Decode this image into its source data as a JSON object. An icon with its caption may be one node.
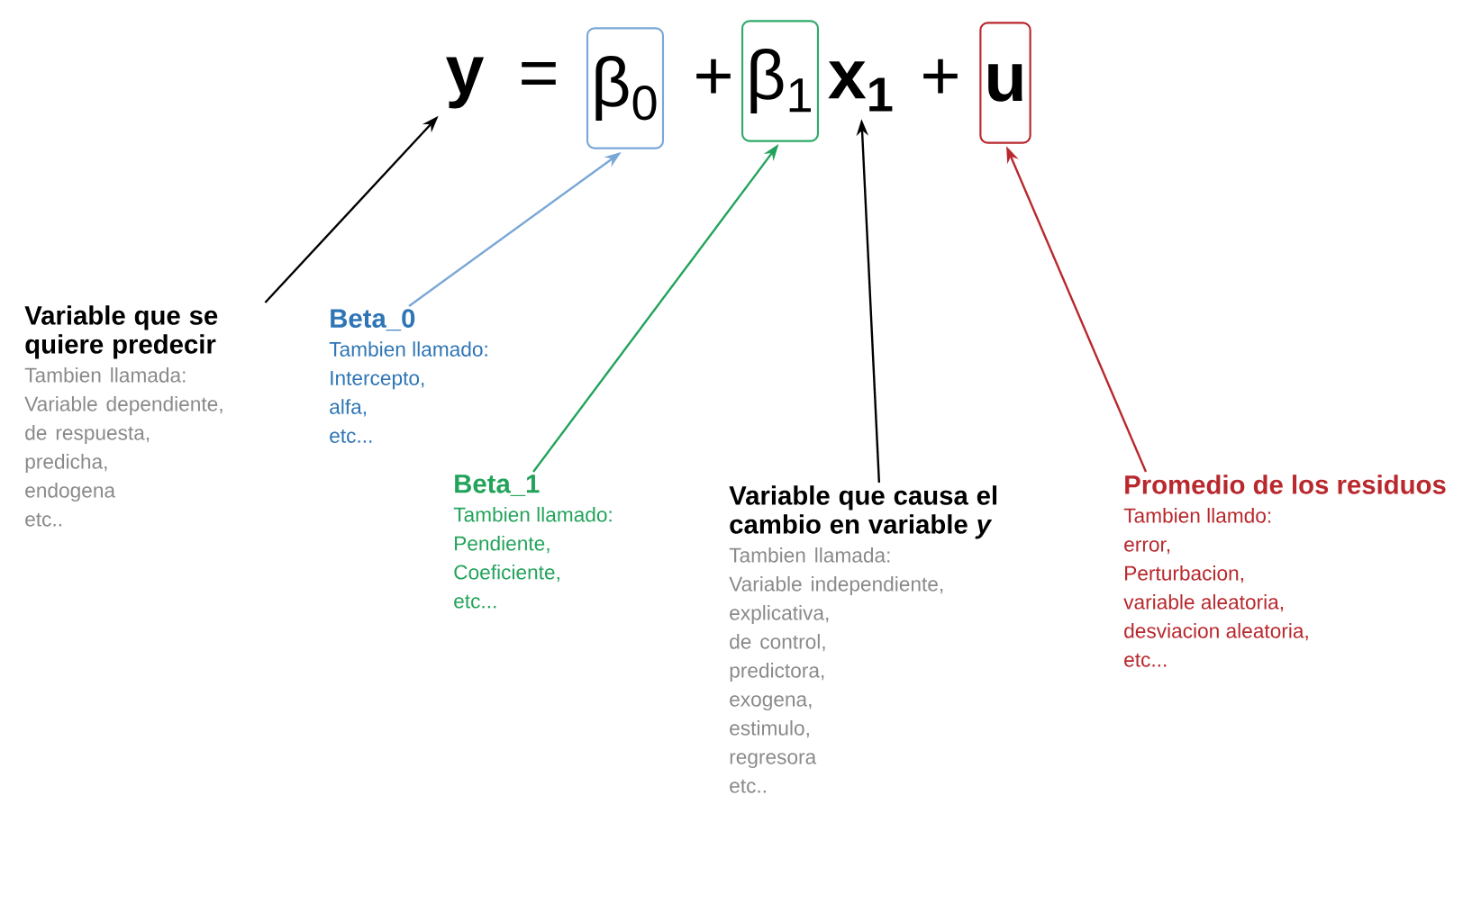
{
  "diagram": {
    "nodes": [
      {
        "text": [
          "y"
        ]
      },
      {
        "text": [
          "β$_{0}$"
        ]
      },
      {
        "text": [
          "β$_{1}$"
        ]
      },
      {
        "text": [
          "x$_{1}$"
        ]
      },
      {
        "text": [
          "u"
        ]
      },
      {
        "text": [
          "Variable que se quiere predecir",
          "Tambien llamada:",
          "Variable dependiente,",
          "de respuesta,",
          "predicha,",
          "endogena",
          "etc.."
        ]
      },
      {
        "text": [
          "Beta_0",
          "Tambien llamado:",
          "Intercepto,",
          "alfa,",
          "etc..."
        ]
      },
      {
        "text": [
          "Beta_1",
          "Tambien llamado:",
          "Pendiente,",
          "Coeficiente,",
          "etc..."
        ]
      },
      {
        "text": [
          "Variable que causa el cambio en variable *y*",
          "Tambien llamada:",
          "Variable independiente,",
          "explicativa,",
          "de control,",
          "predictora,",
          "exogena,",
          "estimulo,",
          "regresora",
          "etc.."
        ]
      },
      {
        "text": [
          "Promedio de los residuos",
          "Tambien llamdo:",
          "error,",
          "Perturbacion,",
          "variable aleatoria,",
          "desviacion aleatoria,",
          "etc..."
        ]
      }
    ],
    "edges": [
      {
        "from": 5,
        "to": 0,
        "arrow": "to"
      },
      {
        "from": 6,
        "to": 1,
        "arrow": "to",
        "color": "#7aa7d6"
      },
      {
        "from": 7,
        "to": 2,
        "arrow": "to",
        "color": "#22a35a"
      },
      {
        "from": 8,
        "to": 3,
        "arrow": "to"
      },
      {
        "from": 9,
        "to": 4,
        "arrow": "to",
        "color": "#b8282d"
      }
    ],
    "labels": [
      "=",
      "+",
      "+"
    ]
  }
}
